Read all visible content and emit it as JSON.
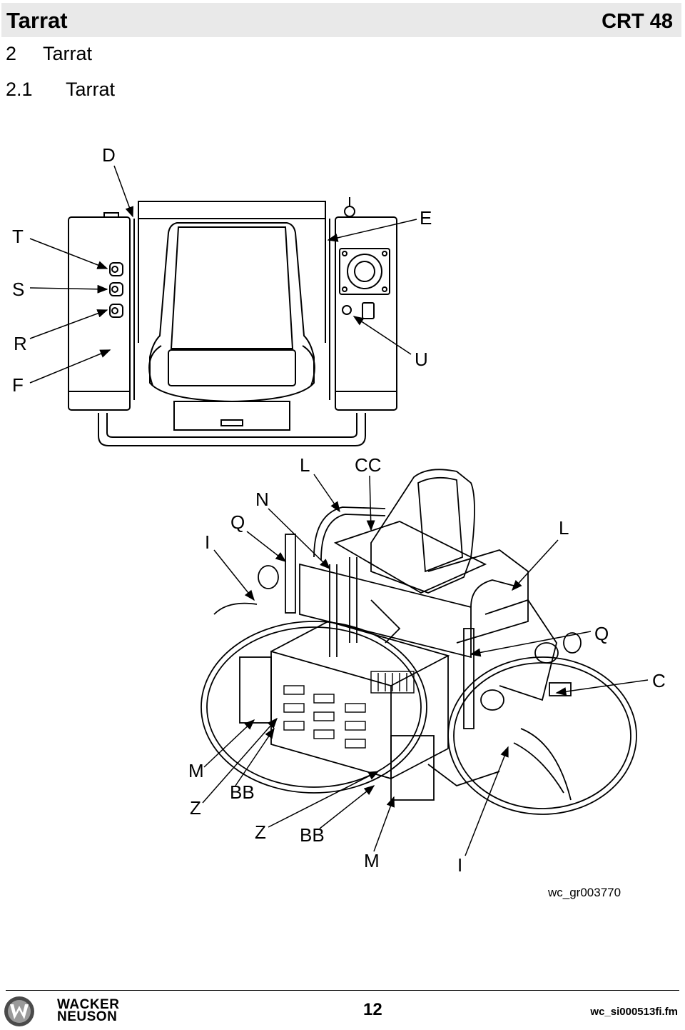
{
  "header": {
    "section": "Tarrat",
    "model": "CRT 48"
  },
  "heading1": {
    "number": "2",
    "title": "Tarrat"
  },
  "heading2": {
    "number": "2.1",
    "title": "Tarrat"
  },
  "figure": {
    "top_view_labels": [
      "D",
      "T",
      "E",
      "S",
      "R",
      "U",
      "F"
    ],
    "perspective_labels": [
      "L",
      "CC",
      "N",
      "Q",
      "I",
      "L",
      "Q",
      "C",
      "M",
      "BB",
      "Z",
      "Z",
      "BB",
      "M",
      "I"
    ],
    "reference": "wc_gr003770"
  },
  "footer": {
    "brand_line1": "WACKER",
    "brand_line2": "NEUSON",
    "page_number": "12",
    "filename": "wc_si000513fi.fm"
  }
}
